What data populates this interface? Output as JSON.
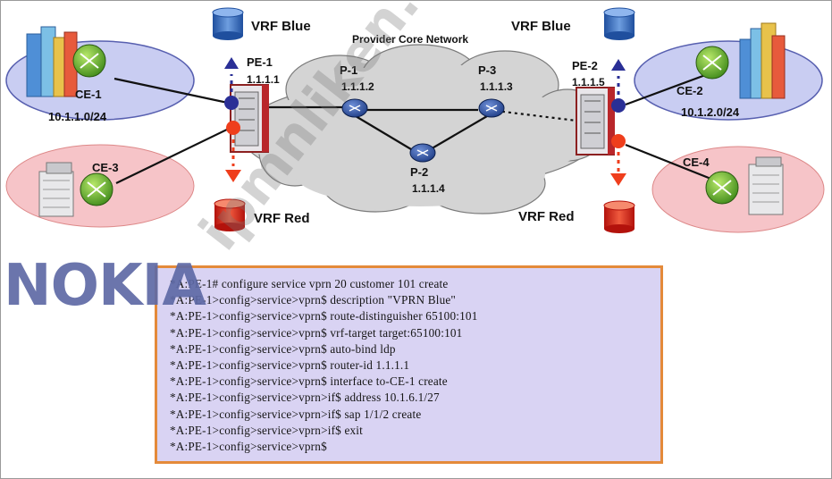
{
  "diagram": {
    "core_title": "Provider Core Network",
    "vrf_blue_left": "VRF Blue",
    "vrf_blue_right": "VRF Blue",
    "vrf_red_left": "VRF Red",
    "vrf_red_right": "VRF Red",
    "pe1": {
      "name": "PE-1",
      "ip": "1.1.1.1"
    },
    "pe2": {
      "name": "PE-2",
      "ip": "1.1.1.5"
    },
    "p1": {
      "name": "P-1",
      "ip": "1.1.1.2"
    },
    "p2": {
      "name": "P-2",
      "ip": "1.1.1.4"
    },
    "p3": {
      "name": "P-3",
      "ip": "1.1.1.3"
    },
    "ce1": {
      "name": "CE-1",
      "subnet": "10.1.1.0/24"
    },
    "ce2": {
      "name": "CE-2",
      "subnet": "10.1.2.0/24"
    },
    "ce3": {
      "name": "CE-3"
    },
    "ce4": {
      "name": "CE-4"
    },
    "colors": {
      "blue_site": "#c9cdf2",
      "red_site": "#f6c4c8",
      "cloud": "#d4d4d4",
      "cli_border": "#e48a3a"
    }
  },
  "logo": "NOKIA",
  "watermark": "ipmnliken.com",
  "cli_lines": [
    "*A:PE-1# configure service vprn 20 customer 101 create",
    "*A:PE-1>config>service>vprn$ description \"VPRN Blue\"",
    "*A:PE-1>config>service>vprn$ route-distinguisher 65100:101",
    "*A:PE-1>config>service>vprn$ vrf-target target:65100:101",
    "*A:PE-1>config>service>vprn$ auto-bind ldp",
    "*A:PE-1>config>service>vprn$ router-id 1.1.1.1",
    "*A:PE-1>config>service>vprn$ interface to-CE-1 create",
    "*A:PE-1>config>service>vprn>if$ address 10.1.6.1/27",
    "*A:PE-1>config>service>vprn>if$ sap 1/1/2 create",
    "*A:PE-1>config>service>vprn>if$ exit",
    "*A:PE-1>config>service>vprn$"
  ]
}
